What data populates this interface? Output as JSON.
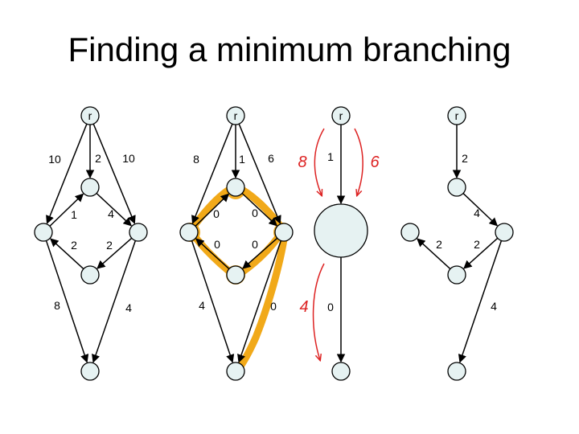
{
  "title": "Finding a minimum branching",
  "colors": {
    "node_fill": "#e6f2f2",
    "node_stroke": "#000000",
    "edge": "#000000",
    "highlight": "#f0a000",
    "annotation": "#dd2222"
  },
  "graphs": [
    {
      "id": "original",
      "nodes": [
        {
          "id": "r",
          "label": "r"
        },
        {
          "id": "t",
          "label": ""
        },
        {
          "id": "l",
          "label": ""
        },
        {
          "id": "rt",
          "label": ""
        },
        {
          "id": "bm",
          "label": ""
        },
        {
          "id": "bot",
          "label": ""
        }
      ],
      "edges": [
        {
          "from": "r",
          "to": "t",
          "weight": "2"
        },
        {
          "from": "r",
          "to": "l",
          "weight": "10"
        },
        {
          "from": "r",
          "to": "rt",
          "weight": "10"
        },
        {
          "from": "l",
          "to": "t",
          "weight": "1"
        },
        {
          "from": "t",
          "to": "rt",
          "weight": "4"
        },
        {
          "from": "rt",
          "to": "bm",
          "weight": "2"
        },
        {
          "from": "bm",
          "to": "l",
          "weight": "2"
        },
        {
          "from": "l",
          "to": "bot",
          "weight": "8"
        },
        {
          "from": "rt",
          "to": "bot",
          "weight": "4"
        }
      ]
    },
    {
      "id": "reduced",
      "nodes": [
        {
          "id": "r",
          "label": "r"
        },
        {
          "id": "t",
          "label": ""
        },
        {
          "id": "l",
          "label": ""
        },
        {
          "id": "rt",
          "label": ""
        },
        {
          "id": "bm",
          "label": ""
        },
        {
          "id": "bot",
          "label": ""
        }
      ],
      "edges": [
        {
          "from": "r",
          "to": "t",
          "weight": "1"
        },
        {
          "from": "r",
          "to": "l",
          "weight": "8"
        },
        {
          "from": "r",
          "to": "rt",
          "weight": "6"
        },
        {
          "from": "l",
          "to": "t",
          "weight": "0"
        },
        {
          "from": "t",
          "to": "rt",
          "weight": "0"
        },
        {
          "from": "rt",
          "to": "bm",
          "weight": "0"
        },
        {
          "from": "bm",
          "to": "l",
          "weight": "0"
        },
        {
          "from": "l",
          "to": "bot",
          "weight": "4"
        },
        {
          "from": "rt",
          "to": "bot",
          "weight": "0"
        }
      ]
    },
    {
      "id": "contracted",
      "nodes": [
        {
          "id": "r",
          "label": "r"
        },
        {
          "id": "super",
          "label": ""
        },
        {
          "id": "bot",
          "label": ""
        }
      ],
      "edges": [
        {
          "from": "r",
          "to": "super",
          "weight": "1"
        },
        {
          "from": "super",
          "to": "bot",
          "weight": "0"
        }
      ],
      "handwritten": [
        "8",
        "6",
        "4"
      ]
    },
    {
      "id": "result",
      "nodes": [
        {
          "id": "r",
          "label": "r"
        },
        {
          "id": "t",
          "label": ""
        },
        {
          "id": "l",
          "label": ""
        },
        {
          "id": "rt",
          "label": ""
        },
        {
          "id": "bm",
          "label": ""
        },
        {
          "id": "bot",
          "label": ""
        }
      ],
      "edges": [
        {
          "from": "r",
          "to": "t",
          "weight": "2"
        },
        {
          "from": "t",
          "to": "rt",
          "weight": "4"
        },
        {
          "from": "rt",
          "to": "bm",
          "weight": "2"
        },
        {
          "from": "bm",
          "to": "l",
          "weight": "2"
        },
        {
          "from": "rt",
          "to": "bot",
          "weight": "4"
        }
      ]
    }
  ]
}
